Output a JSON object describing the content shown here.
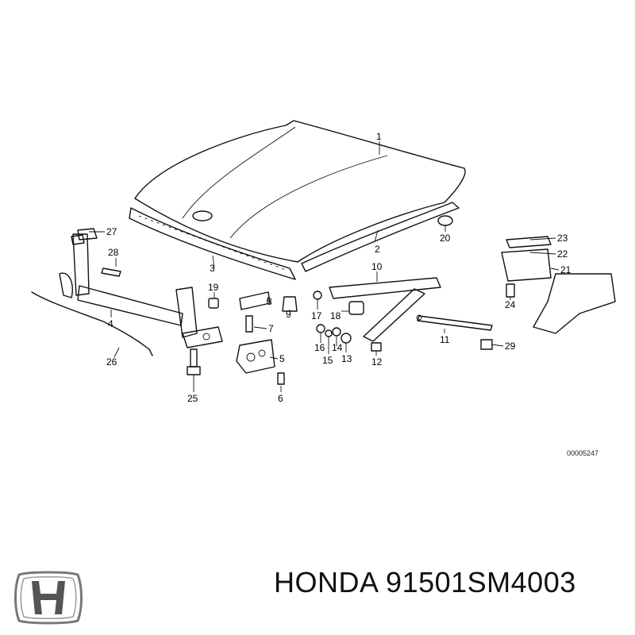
{
  "diagram": {
    "callouts": [
      "1",
      "2",
      "3",
      "4",
      "5",
      "6",
      "7",
      "8",
      "9",
      "10",
      "11",
      "12",
      "13",
      "14",
      "15",
      "16",
      "17",
      "18",
      "19",
      "20",
      "21",
      "22",
      "23",
      "24",
      "25",
      "26",
      "27",
      "28",
      "29"
    ],
    "image_code": "00005247"
  },
  "footer": {
    "brand": "HONDA",
    "part_number": "91501SM4003",
    "logo_icon": "honda-h-logo-icon"
  }
}
